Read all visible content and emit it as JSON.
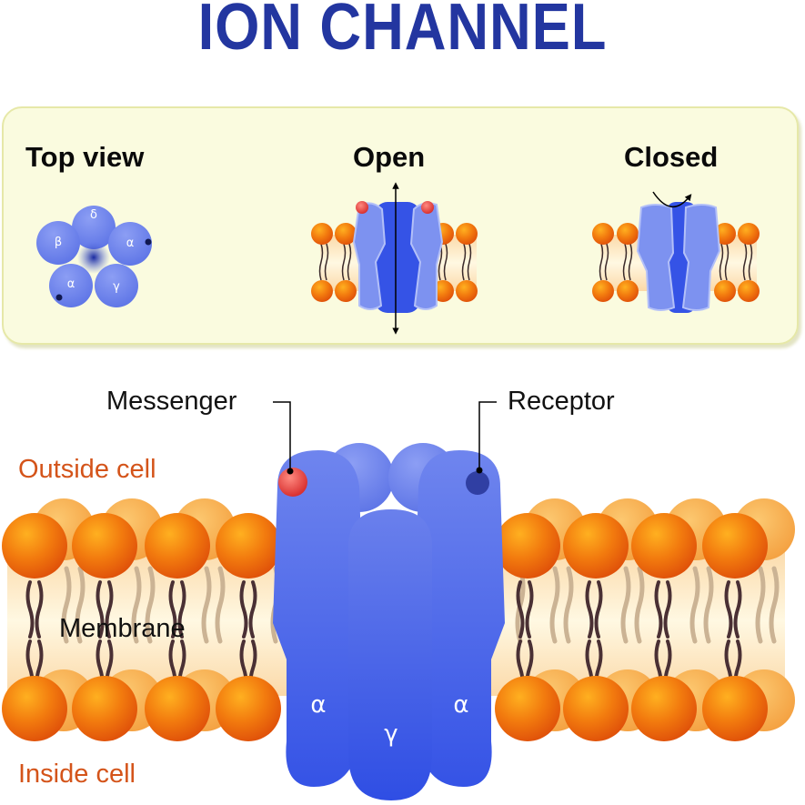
{
  "title": "ION CHANNEL",
  "panel": {
    "top_view": {
      "heading": "Top view",
      "subunits": [
        {
          "label": "δ",
          "has_binding_site": false
        },
        {
          "label": "α",
          "has_binding_site": true
        },
        {
          "label": "γ",
          "has_binding_site": false
        },
        {
          "label": "α",
          "has_binding_site": true
        },
        {
          "label": "β",
          "has_binding_site": false
        }
      ]
    },
    "open": {
      "heading": "Open",
      "arrow": "double-arrow-vertical"
    },
    "closed": {
      "heading": "Closed",
      "arrow": "curved-arrow-blocked"
    }
  },
  "main": {
    "labels": {
      "messenger": "Messenger",
      "receptor": "Receptor",
      "outside": "Outside cell",
      "membrane": "Membrane",
      "inside": "Inside cell"
    },
    "subunit_labels": {
      "left": "α",
      "center": "γ",
      "right": "α"
    }
  },
  "colors": {
    "title": "#2336a0",
    "protein": "#5b73ea",
    "protein_dark": "#3350e0",
    "lipid_head": "#f07a10",
    "messenger": "#e04040",
    "location_label": "#d4541a",
    "panel_bg": "#fafbdf"
  }
}
